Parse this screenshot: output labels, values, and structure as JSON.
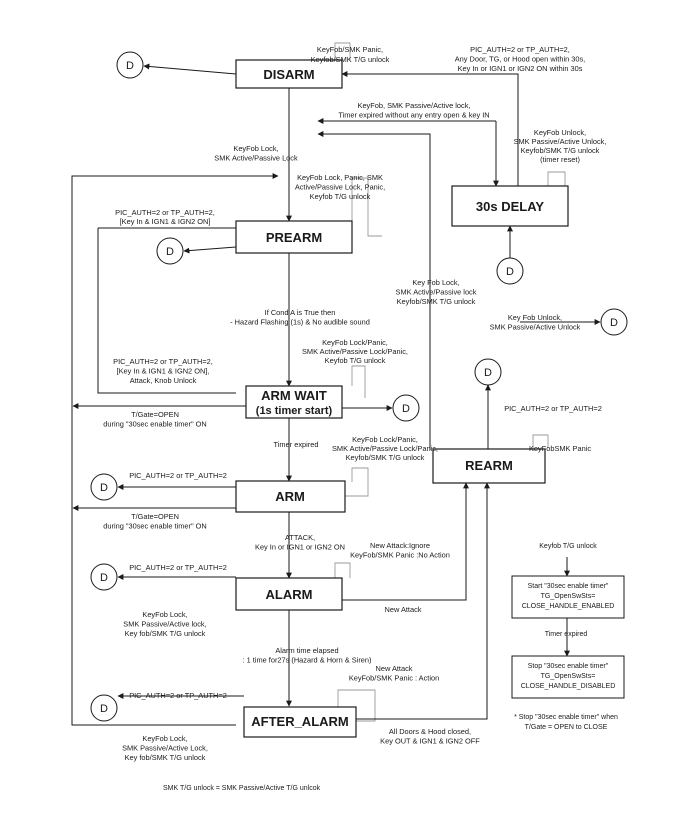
{
  "states": {
    "disarm": "DISARM",
    "delay30s": "30s DELAY",
    "prearm": "PREARM",
    "armwait_line1": "ARM WAIT",
    "armwait_line2": "(1s timer start)",
    "arm": "ARM",
    "alarm": "ALARM",
    "after_alarm": "AFTER_ALARM",
    "rearm": "REARM"
  },
  "d_label": "D",
  "labels": {
    "disarm_self": [
      "KeyFob/SMK Panic,",
      "Keyfob/SMK T/G unlock"
    ],
    "to_delay": [
      "PIC_AUTH=2 or TP_AUTH=2,",
      "Any Door, TG, or Hood open within 30s,",
      "Key In or IGN1 or IGN2  ON within 30s"
    ],
    "delay_to_disarm": [
      "KeyFob, SMK Passive/Active lock,",
      "Timer expired without any entry open & key IN"
    ],
    "delay_self": [
      "KeyFob Unlock,",
      "SMK Passive/Active Unlock,",
      "Keyfob/SMK T/G unlock",
      "(timer reset)"
    ],
    "disarm_to_prearm": [
      "KeyFob Lock,",
      "SMK Active/Passive Lock"
    ],
    "prearm_self": [
      "KeyFob Lock, Panic, SMK",
      "Active/Passive Lock, Panic,",
      "Keyfob T/G unlock"
    ],
    "prearm_to_d": [
      "PIC_AUTH=2 or TP_AUTH=2,",
      "[Key In & IGN1 & IGN2 ON]"
    ],
    "rearm_to_disarm": [
      "Key Fob Lock,",
      "SMK Active/Passive lock",
      "Keyfob/SMK T/G unlock"
    ],
    "unlock_to_d": [
      "Key Fob Unlock,",
      "SMK Passive/Active Unlock"
    ],
    "prearm_to_armwait": [
      "If Cond A is True then",
      "- Hazard Flashing (1s) & No audible sound"
    ],
    "armwait_self": [
      "KeyFob Lock/Panic,",
      "SMK Active/Passive Lock/Panic,",
      "Keyfob T/G unlock"
    ],
    "armwait_to_d": [
      "PIC_AUTH=2 or TP_AUTH=2,",
      "[Key In & IGN1 & IGN2 ON],",
      "Attack, Knob Unlock"
    ],
    "armwait_tgate": [
      "T/Gate=OPEN",
      "during \"30sec enable timer\" ON"
    ],
    "rearm_to_d": [
      "PIC_AUTH=2 or TP_AUTH=2"
    ],
    "rearm_self": [
      "KeyFobSMK Panic"
    ],
    "armwait_to_arm": [
      "Timer expired"
    ],
    "arm_self": [
      "KeyFob Lock/Panic,",
      "SMK Active/Passive Lock/Panic,",
      "Keyfob/SMK T/G unlock"
    ],
    "arm_to_d": [
      "PIC_AUTH=2 or TP_AUTH=2"
    ],
    "arm_tgate": [
      "T/Gate=OPEN",
      "during \"30sec enable timer\" ON"
    ],
    "arm_to_alarm": [
      "ATTACK,",
      "Key In or IGN1 or IGN2 ON"
    ],
    "alarm_self": [
      "New Attack:Ignore",
      "KeyFob/SMK Panic :No Action"
    ],
    "alarm_to_d": [
      "PIC_AUTH=2 or TP_AUTH=2"
    ],
    "alarm_exit": [
      "KeyFob Lock,",
      "SMK Passive/Active lock,",
      "Key fob/SMK T/G unlock"
    ],
    "new_attack": [
      "New Attack"
    ],
    "alarm_to_after": [
      "Alarm time elapsed",
      ": 1 time for27s (Hazard & Horn & Siren)"
    ],
    "after_self": [
      "New Attack",
      "KeyFob/SMK Panic : Action"
    ],
    "after_to_d": [
      "PIC_AUTH=2 or TP_AUTH=2"
    ],
    "after_exit": [
      "KeyFob Lock,",
      "SMK Passive/Active Lock,",
      "Key fob/SMK T/G unlock"
    ],
    "after_to_rearm": [
      "All Doors & Hood closed,",
      "Key OUT & IGN1 & IGN2 OFF"
    ]
  },
  "timer_flow": {
    "trigger": "Keyfob T/G unlock",
    "start_box": [
      "Start \"30sec enable timer\"",
      "TG_OpenSwSts=",
      "CLOSE_HANDLE_ENABLED"
    ],
    "expired": "Timer expired",
    "stop_box": [
      "Stop \"30sec enable timer\"",
      "TG_OpenSwSts=",
      "CLOSE_HANDLE_DISABLED"
    ],
    "note": [
      "* Stop \"30sec enable timer\" when",
      "T/Gate = OPEN to CLOSE"
    ]
  },
  "footer": "SMK T/G unlock = SMK Passive/Active T/G unlcok"
}
